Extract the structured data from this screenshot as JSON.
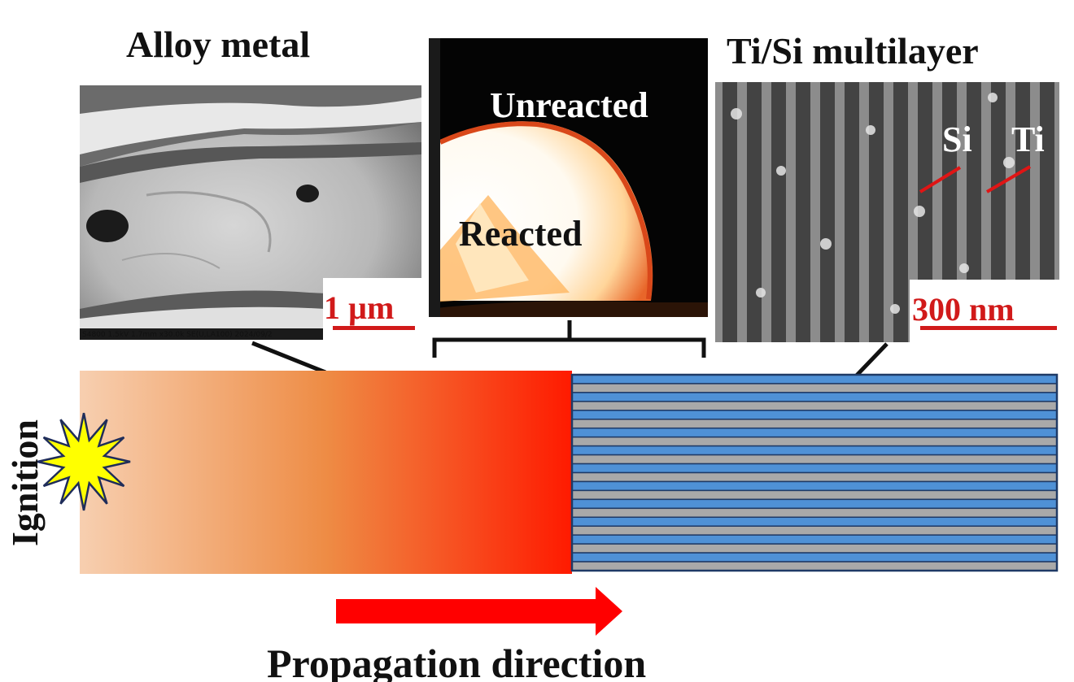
{
  "panels": {
    "alloy": {
      "title": "Alloy metal",
      "scale_bar": "1 µm",
      "caption": "S4800 1.5kV 1.7mm x30.0k SE(U,LA100) 2024/09/2"
    },
    "photo": {
      "unreacted_label": "Unreacted",
      "reacted_label": "Reacted"
    },
    "multilayer": {
      "title": "Ti/Si multilayer",
      "si_label": "Si",
      "ti_label": "Ti",
      "scale_bar": "300 nm"
    }
  },
  "diagram": {
    "ignition_label": "Ignition",
    "direction_label": "Propagation direction"
  },
  "colors": {
    "gradient_start": "#f7cfb0",
    "gradient_mid": "#ee8c45",
    "gradient_end": "#ff1a00",
    "layer_blue": "#4f91d6",
    "layer_gray": "#a9a9a9",
    "layer_border": "#1f3a66",
    "arrow_red": "#ff0000",
    "star_yellow": "#ffff00",
    "scale_red": "#d11a1a"
  }
}
